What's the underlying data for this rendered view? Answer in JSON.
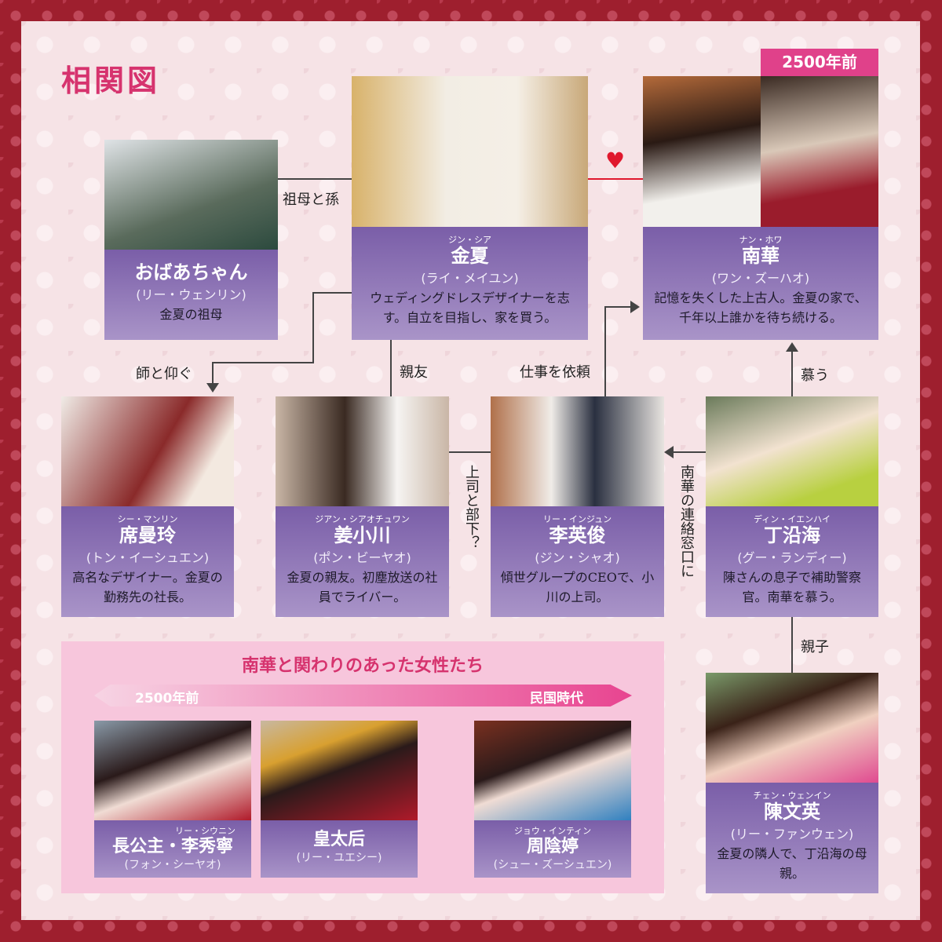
{
  "title": "相関図",
  "badge": "2500年前",
  "characters": {
    "grandma": {
      "name": "おばあちゃん",
      "alias": "(リー・ウェンリン)",
      "desc": "金夏の祖母"
    },
    "jinxia": {
      "kana": "ジン・シア",
      "name": "金夏",
      "alias": "(ライ・メイユン)",
      "desc": "ウェディングドレスデザイナーを志す。自立を目指し、家を買う。"
    },
    "nanhua": {
      "kana": "ナン・ホワ",
      "name": "南華",
      "alias": "(ワン・ズーハオ)",
      "desc": "記憶を失くした上古人。金夏の家で、千年以上誰かを待ち続ける。"
    },
    "ximanling": {
      "kana": "シー・マンリン",
      "name": "席曼玲",
      "alias": "(トン・イーシュエン)",
      "desc": "高名なデザイナー。金夏の勤務先の社長。"
    },
    "jiangxiaochuan": {
      "kana": "ジアン・シアオチュワン",
      "name": "姜小川",
      "alias": "(ポン・ビーヤオ)",
      "desc": "金夏の親友。初塵放送の社員でライバー。"
    },
    "liyingjun": {
      "kana": "リー・インジュン",
      "name": "李英俊",
      "alias": "(ジン・シャオ)",
      "desc": "傾世グループのCEOで、小川の上司。"
    },
    "dingyanhai": {
      "kana": "ディン・イエンハイ",
      "name": "丁沿海",
      "alias": "(グー・ランディー)",
      "desc": "陳さんの息子で補助警察官。南華を慕う。"
    },
    "chenwenying": {
      "kana": "チェン・ウェンイン",
      "name": "陳文英",
      "alias": "(リー・ファンウェン)",
      "desc": "金夏の隣人で、丁沿海の母親。"
    }
  },
  "relations": {
    "grandma_jinxia": "祖母と孫",
    "mentor": "師と仰ぐ",
    "friend": "親友",
    "request": "仕事を依頼",
    "boss": "上司と部下？",
    "contact": "南華の連絡窓口に",
    "admire": "慕う",
    "parent": "親子"
  },
  "women": {
    "title": "南華と関わりのあった女性たち",
    "era_start": "2500年前",
    "era_end": "民国時代",
    "items": [
      {
        "kana": "リー・シウニン",
        "name": "長公主・李秀寧",
        "alias": "(フォン・シーヤオ)"
      },
      {
        "kana": "",
        "name": "皇太后",
        "alias": "(リー・ユエシー)"
      },
      {
        "kana": "ジョウ・インティン",
        "name": "周陰婷",
        "alias": "(シュー・ズーシュエン)"
      }
    ]
  },
  "colors": {
    "accent": "#e0418a",
    "label": "#8a72b8",
    "heart": "#e0182d",
    "border": "#9e1f2e"
  }
}
